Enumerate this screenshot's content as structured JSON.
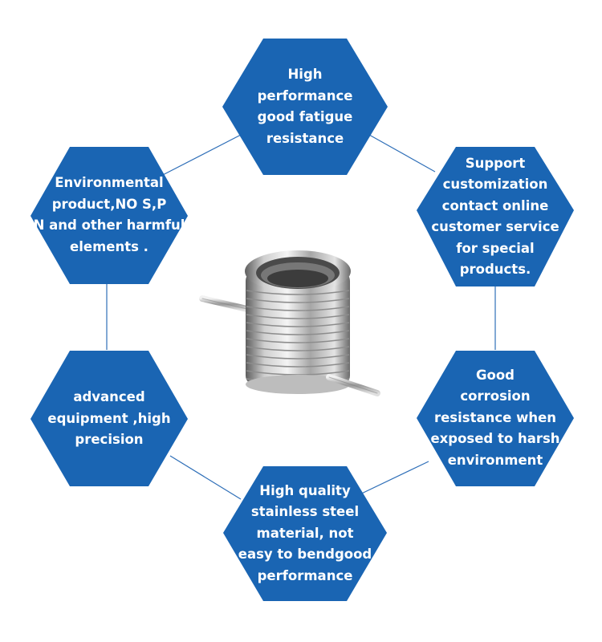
{
  "colors": {
    "hex_fill": "#1a65b3",
    "connector": "#2f6fb8",
    "text": "#ffffff"
  },
  "center_image": "torsion-spring",
  "features": [
    {
      "id": "top",
      "text": "High\nperformance\ngood fatigue\nresistance"
    },
    {
      "id": "upper-right",
      "text": "Support\ncustomization\ncontact online\ncustomer service\nfor special\nproducts."
    },
    {
      "id": "lower-right",
      "text": "Good\ncorrosion\nresistance when\nexposed to harsh\nenvironment"
    },
    {
      "id": "bottom",
      "text": "High quality\nstainless steel\nmaterial, not\neasy to bendgood\nperformance"
    },
    {
      "id": "lower-left",
      "text": "advanced\nequipment ,high\nprecision"
    },
    {
      "id": "upper-left",
      "text": "Environmental\nproduct,NO S,P\nN and other harmful\nelements ."
    }
  ]
}
